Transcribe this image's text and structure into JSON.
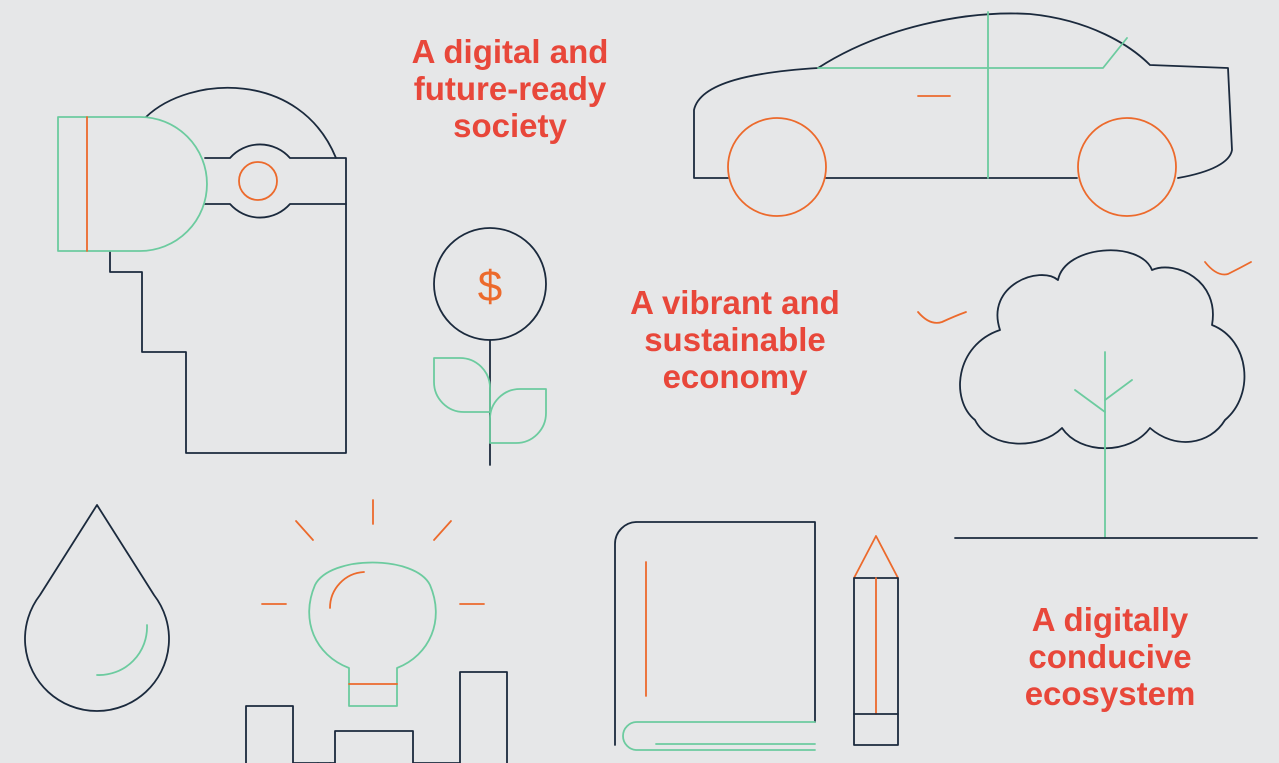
{
  "headlines": [
    {
      "lines": [
        "A digital and",
        "future-ready",
        "society"
      ]
    },
    {
      "lines": [
        "A vibrant and",
        "sustainable",
        "economy"
      ]
    },
    {
      "lines": [
        "A digitally",
        "conducive",
        "ecosystem"
      ]
    }
  ],
  "icons": {
    "vr_headset": "vr-headset-head-icon",
    "money_plant": "money-plant-icon",
    "car": "car-icon",
    "tree": "tree-icon",
    "birds": "bird-icon",
    "water_drop": "water-drop-icon",
    "light_bulb": "light-bulb-icon",
    "city": "city-skyline-icon",
    "book": "book-icon",
    "pencil": "pencil-icon"
  },
  "money_symbol": "$",
  "colors": {
    "background": "#e6e7e8",
    "headline": "#e8473a",
    "outline_dark": "#1b2a3d",
    "outline_green": "#6ccb9f",
    "outline_orange": "#ec6a2c"
  }
}
